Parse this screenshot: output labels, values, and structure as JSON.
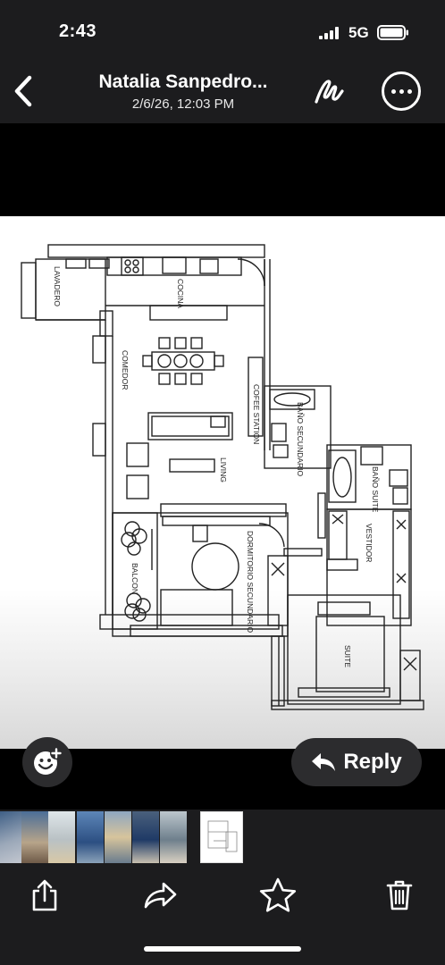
{
  "status": {
    "time": "2:43",
    "network": "5G"
  },
  "header": {
    "title": "Natalia  Sanpedro...",
    "subtitle": "2/6/26, 12:03 PM"
  },
  "floorplan": {
    "rooms": {
      "lavadero": "LAVADERO",
      "cocina": "COCINA",
      "comedor": "COMEDOR",
      "cofee": "COFEE  STATION",
      "bano_sec": "BAÑO SECUNDARIO",
      "living": "LIVING",
      "bano_suite": "BAÑO  SUITE",
      "vestidor": "VESTIDOR",
      "dormitorio": "DORMITORIO  SECUNDARIO",
      "balcon": "BALCON",
      "suite": "SUITE"
    }
  },
  "actions": {
    "reply": "Reply"
  }
}
